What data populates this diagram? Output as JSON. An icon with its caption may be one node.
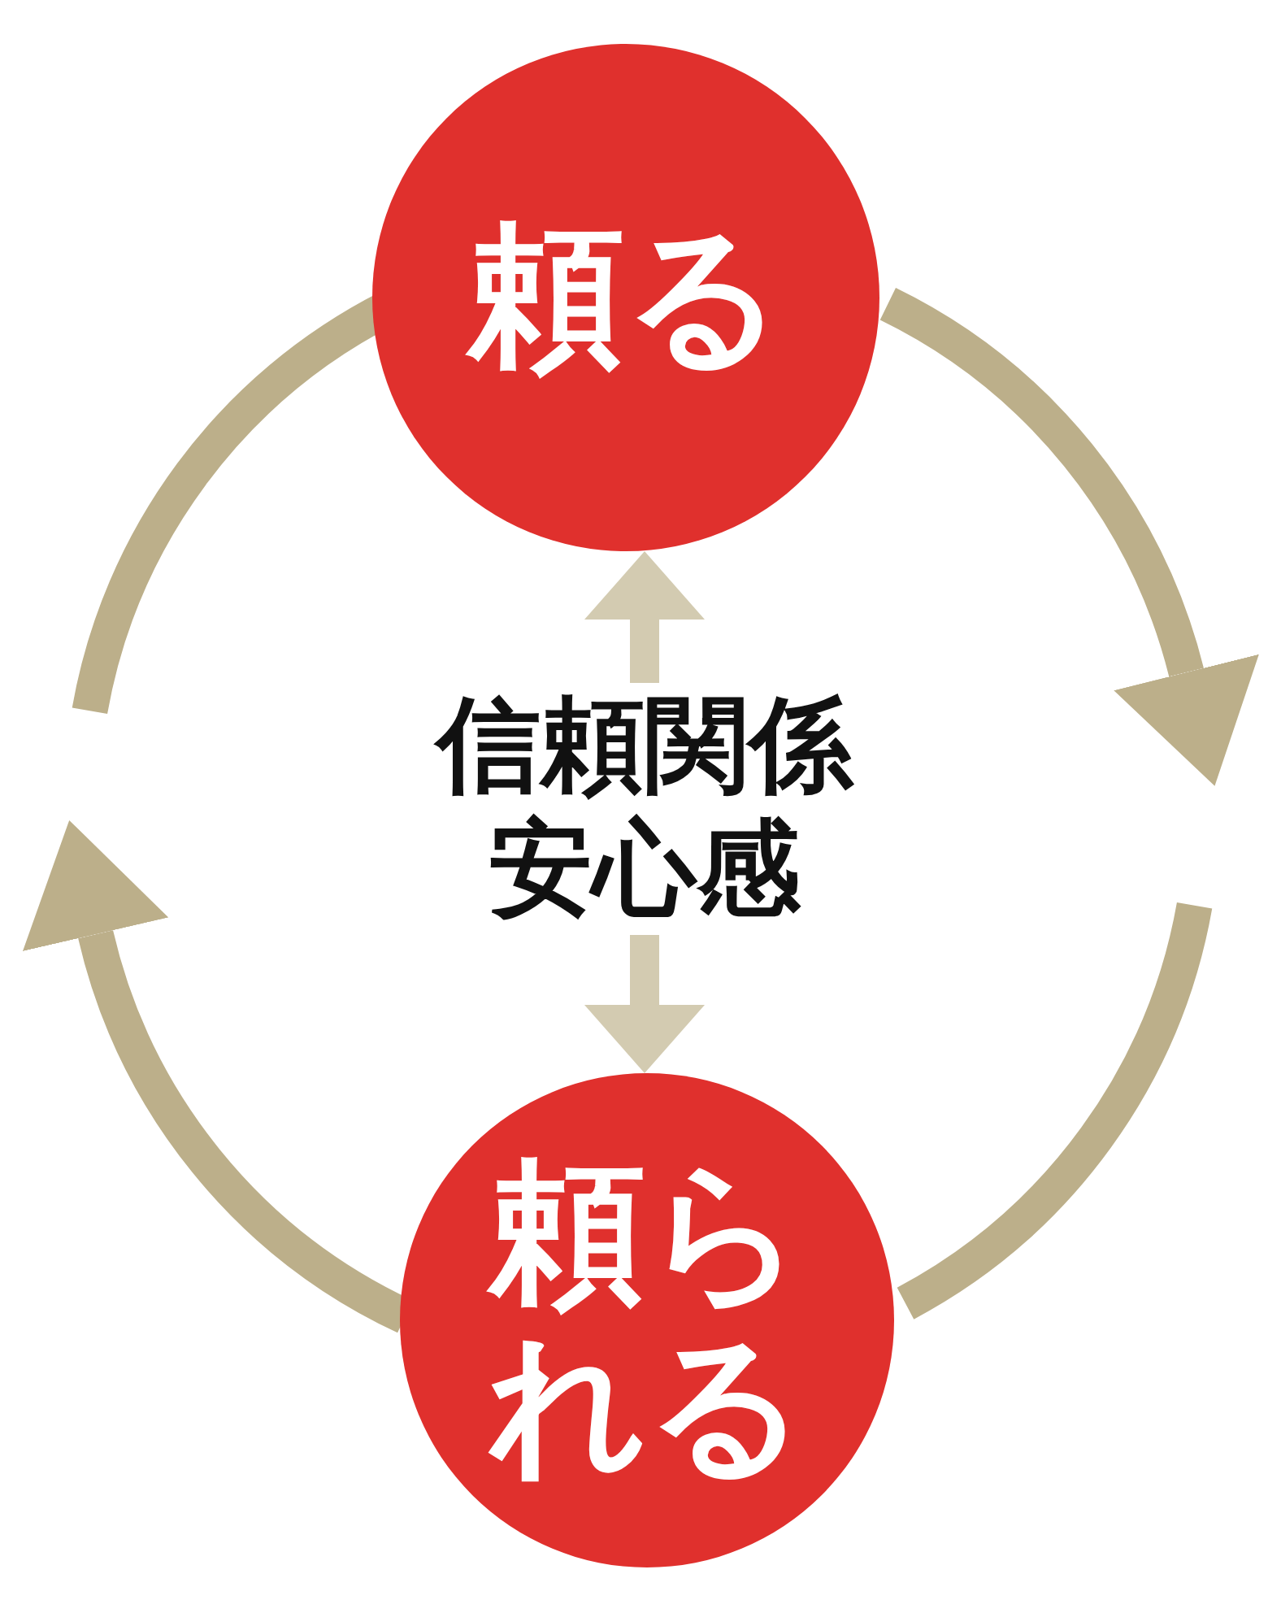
{
  "diagram": {
    "nodes": [
      {
        "text": [
          "頼る"
        ]
      },
      {
        "text": [
          "頼られる"
        ]
      }
    ],
    "edges": [
      {
        "from": 0,
        "to": null,
        "arrow": "to"
      },
      {
        "from": null,
        "to": 1,
        "arrow": "none"
      },
      {
        "from": 1,
        "to": null,
        "arrow": "to"
      },
      {
        "from": null,
        "to": 0,
        "arrow": "none"
      },
      {
        "from": 0,
        "to": 1,
        "arrow": "both",
        "label": "信頼関係安心感",
        "color": "#d3cbb1"
      }
    ]
  }
}
